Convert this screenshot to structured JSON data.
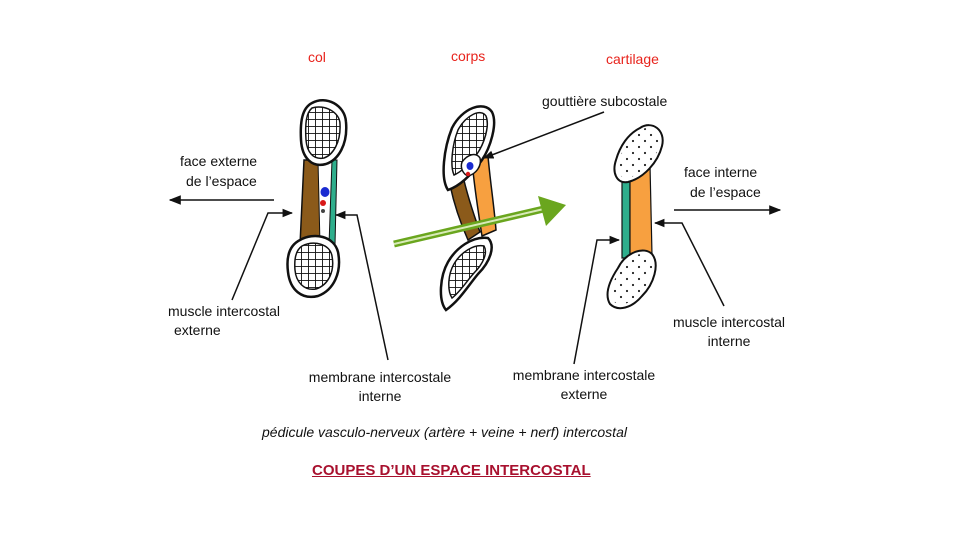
{
  "section_labels": {
    "col": "col",
    "corps": "corps",
    "cartilage": "cartilage"
  },
  "labels": {
    "face_externe_line1": "face externe",
    "face_externe_line2": "de l’espace",
    "face_interne_line1": "face interne",
    "face_interne_line2": "de l’espace",
    "gouttiere": "gouttière subcostale",
    "mic_externe_line1": "muscle intercostal",
    "mic_externe_line2": "externe",
    "mic_interne_line1": "muscle intercostal",
    "mic_interne_line2": "interne",
    "membrane_interne_line1": "membrane intercostale",
    "membrane_interne_line2": "interne",
    "membrane_externe_line1": "membrane intercostale",
    "membrane_externe_line2": "externe",
    "pedicule": "pédicule vasculo-nerveux (artère + veine + nerf) intercostal"
  },
  "title": "COUPES D’UN ESPACE INTERCOSTAL",
  "colors": {
    "section_label": "#e8231c",
    "title": "#a8102e",
    "muscle_brown": "#8b5a1a",
    "muscle_orange": "#f7a040",
    "membrane_green": "#2fae8c",
    "arrow_green": "#6aa61e",
    "vein_blue": "#1a2bd1",
    "artery_red": "#d81818"
  }
}
